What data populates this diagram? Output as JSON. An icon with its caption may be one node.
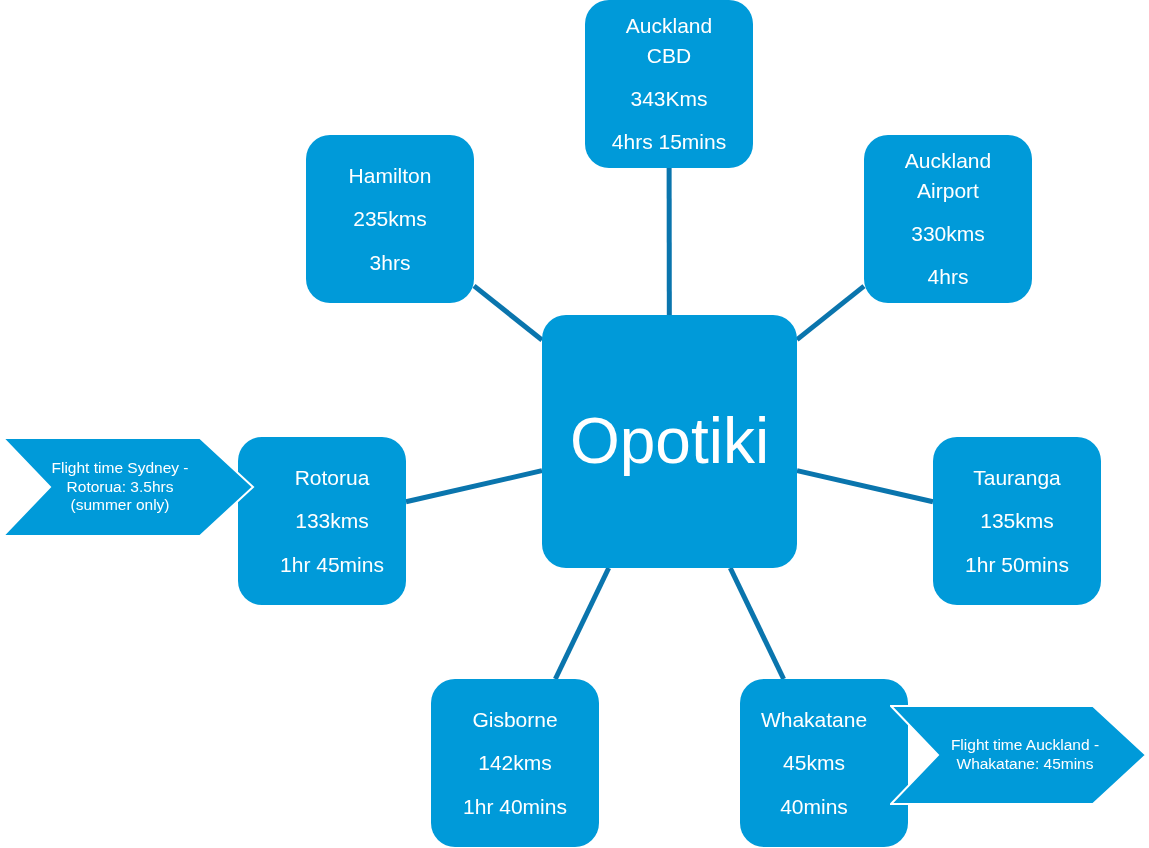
{
  "diagram": {
    "nodes": [
      {
        "text": [
          "Auckland CBD",
          "343Kms",
          "4hrs 15mins"
        ]
      },
      {
        "text": [
          "Hamilton",
          "235kms",
          "3hrs"
        ]
      },
      {
        "text": [
          "Auckland Airport",
          "330kms",
          "4hrs"
        ]
      },
      {
        "text": [
          "Opotiki"
        ]
      },
      {
        "text": [
          "Flight time Sydney - Rotorua: 3.5hrs (summer only)"
        ]
      },
      {
        "text": [
          "Rotorua",
          "133kms",
          "1hr 45mins"
        ]
      },
      {
        "text": [
          "Tauranga",
          "135kms",
          "1hr 50mins"
        ]
      },
      {
        "text": [
          "Gisborne",
          "142kms",
          "1hr 40mins"
        ]
      },
      {
        "text": [
          "Whakatane",
          "45kms",
          "40mins"
        ]
      },
      {
        "text": [
          "Flight time Auckland - Whakatane: 45mins"
        ]
      }
    ],
    "edges": [
      {
        "from": 3,
        "to": 0,
        "arrow": "none"
      },
      {
        "from": 3,
        "to": 1,
        "arrow": "none"
      },
      {
        "from": 3,
        "to": 2,
        "arrow": "none"
      },
      {
        "from": 3,
        "to": 5,
        "arrow": "none"
      },
      {
        "from": 3,
        "to": 6,
        "arrow": "none"
      },
      {
        "from": 3,
        "to": 7,
        "arrow": "none"
      },
      {
        "from": 3,
        "to": 8,
        "arrow": "none"
      }
    ]
  }
}
